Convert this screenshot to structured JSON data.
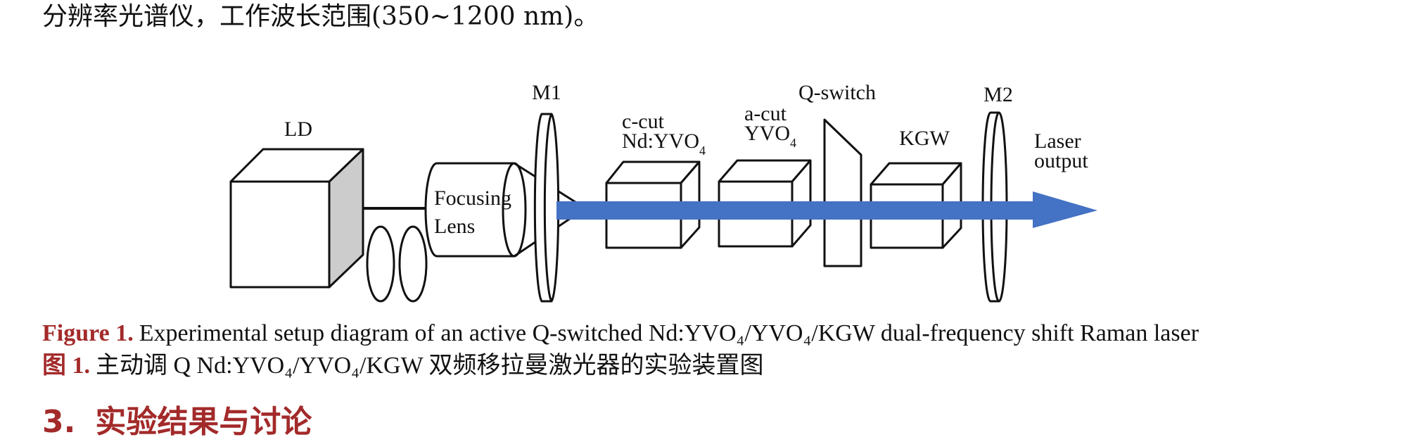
{
  "intro": {
    "text": "分辨率光谱仪，工作波长范围(350~1200 nm)。"
  },
  "diagram": {
    "ld_label": "LD",
    "lens_label_line1": "Focusing",
    "lens_label_line2": "Lens",
    "m1_label": "M1",
    "m2_label": "M2",
    "crystal1_label_line1": "c-cut",
    "crystal1_label_line2": "Nd:YVO",
    "crystal1_subscript": "4",
    "crystal2_label_line1": "a-cut",
    "crystal2_label_line2": "YVO",
    "crystal2_subscript": "4",
    "qswitch_label": "Q-switch",
    "kgw_label": "KGW",
    "output_label_line1": "Laser",
    "output_label_line2": "output",
    "beam_color": "#4472c4",
    "ld_side_color": "#cccccc"
  },
  "caption": {
    "en_label": "Figure 1.",
    "en_text": "Experimental setup diagram of an active Q-switched Nd:YVO₄/YVO₄/KGW dual-frequency shift Raman laser",
    "zh_label": "图 1.",
    "zh_text": "主动调 Q Nd:YVO₄/YVO₄/KGW 双频移拉曼激光器的实验装置图",
    "label_color": "#a32a2a"
  },
  "section": {
    "number": "3.",
    "title": "实验结果与讨论"
  }
}
